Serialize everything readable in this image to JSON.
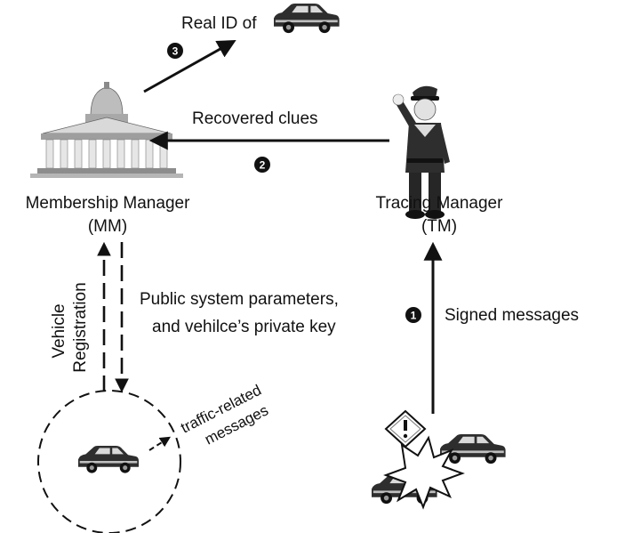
{
  "labels": {
    "real_id": "Real ID of",
    "recovered_clues": "Recovered clues",
    "mm_name": "Membership Manager",
    "mm_abbr": "(MM)",
    "tm_name": "Tracing Manager",
    "tm_abbr": "(TM)",
    "vehicle_line1": "Vehicle",
    "vehicle_line2": "Registration",
    "public_params_line1": "Public system parameters,",
    "public_params_line2": "and vehilce’s private key",
    "signed_messages": "Signed messages",
    "traffic_line1": "traffic-related",
    "traffic_line2": "messages"
  },
  "steps": {
    "step1": "1",
    "step2": "2",
    "step3": "3"
  },
  "icons": {
    "building": "government-building-icon",
    "police": "police-officer-icon",
    "car": "car-icon",
    "crash": "car-crash-icon",
    "warning": "warning-sign-icon"
  },
  "colors": {
    "ink": "#111111",
    "car_dark": "#2e2e2e",
    "car_light": "#d4d4d4",
    "building": "#c9c9c9"
  }
}
